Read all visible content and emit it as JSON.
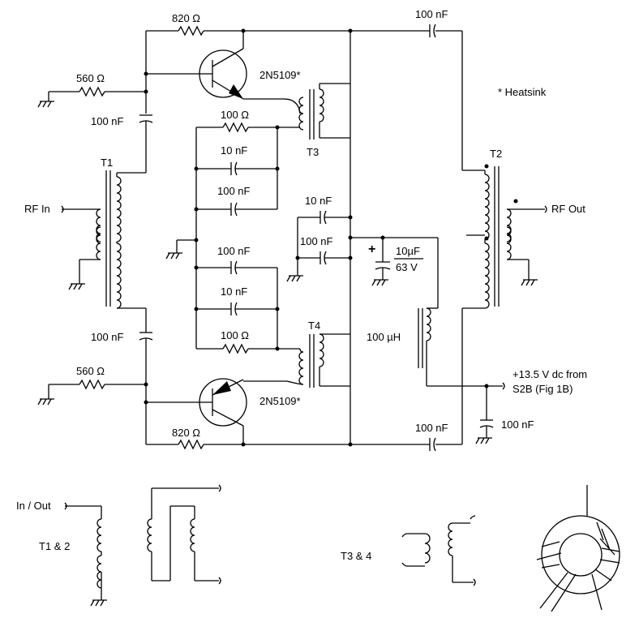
{
  "labels": {
    "r820_top": "820 Ω",
    "r560_top": "560 Ω",
    "c100n_in_top": "100 nF",
    "q_top": "2N5109*",
    "heatsink_note": "* Heatsink",
    "c100n_out_top": "100 nF",
    "r100_top": "100 Ω",
    "c10n_a": "10 nF",
    "c100n_a": "100 nF",
    "t3": "T3",
    "t1": "T1",
    "t2": "T2",
    "rf_in": "RF In",
    "rf_out": "RF Out",
    "c10n_b": "10 nF",
    "c100n_b": "100 nF",
    "c10uf_val": "10µF",
    "c10uf_v": "63 V",
    "plus": "+",
    "c100n_c": "100 nF",
    "c10n_c": "10 nF",
    "r100_bot": "100 Ω",
    "t4": "T4",
    "c100n_in_bot": "100 nF",
    "l100uh": "100 µH",
    "r560_bot": "560 Ω",
    "supply_1": "+13.5 V dc from",
    "supply_2": "S2B (Fig 1B)",
    "q_bot": "2N5109*",
    "r820_bot": "820 Ω",
    "c100n_out_bot": "100 nF",
    "c100n_supply": "100 nF",
    "in_out": "In / Out",
    "t1_2": "T1 & 2",
    "t3_4": "T3 & 4"
  }
}
